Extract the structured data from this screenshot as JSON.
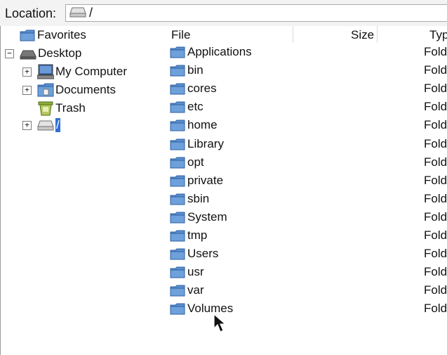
{
  "location": {
    "label": "Location:",
    "path": "/"
  },
  "tree": {
    "favorites": "Favorites",
    "desktop": "Desktop",
    "my_computer": "My Computer",
    "documents": "Documents",
    "trash": "Trash",
    "root": "/",
    "collapse_glyph": "−",
    "expand_glyph": "+"
  },
  "columns": {
    "file": "File",
    "size": "Size",
    "type": "Type"
  },
  "files": [
    {
      "name": "Applications",
      "type": "Folder"
    },
    {
      "name": "bin",
      "type": "Folder"
    },
    {
      "name": "cores",
      "type": "Folder"
    },
    {
      "name": "etc",
      "type": "Folder"
    },
    {
      "name": "home",
      "type": "Folder"
    },
    {
      "name": "Library",
      "type": "Folder"
    },
    {
      "name": "opt",
      "type": "Folder"
    },
    {
      "name": "private",
      "type": "Folder"
    },
    {
      "name": "sbin",
      "type": "Folder"
    },
    {
      "name": "System",
      "type": "Folder"
    },
    {
      "name": "tmp",
      "type": "Folder"
    },
    {
      "name": "Users",
      "type": "Folder"
    },
    {
      "name": "usr",
      "type": "Folder"
    },
    {
      "name": "var",
      "type": "Folder"
    },
    {
      "name": "Volumes",
      "type": "Folder"
    }
  ],
  "colors": {
    "folder": "#5a8fd0",
    "selection": "#2f6fd3"
  }
}
